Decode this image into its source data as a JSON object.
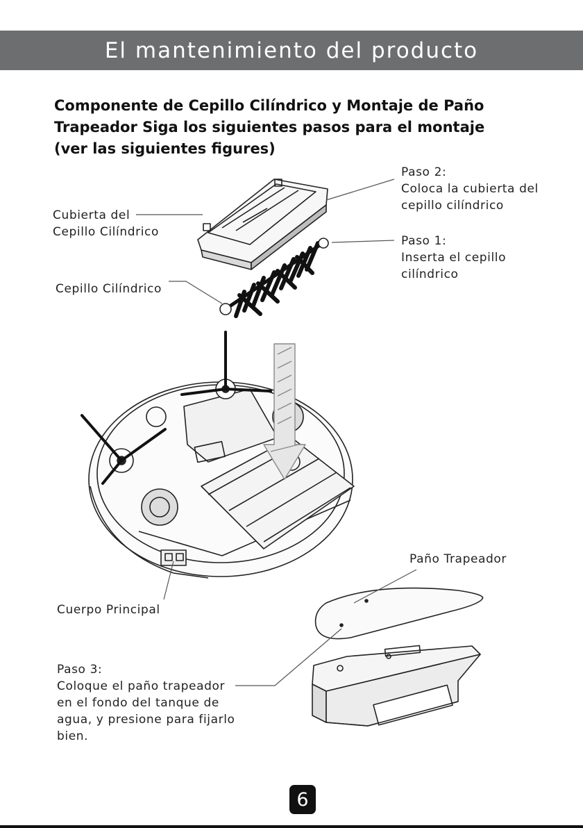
{
  "header": {
    "title": "El mantenimiento del producto"
  },
  "heading": {
    "lines": [
      "Componente de Cepillo Cilíndrico y Montaje de Paño",
      "Trapeador Siga los siguientes pasos para el montaje",
      "(ver las siguientes figures)"
    ]
  },
  "labels": {
    "cover": [
      "Cubierta del",
      "Cepillo Cilíndrico"
    ],
    "brush": "Cepillo Cilíndrico",
    "step2": [
      "Paso 2:",
      "Coloca la cubierta del",
      "cepillo cilíndrico"
    ],
    "step1": [
      "Paso 1:",
      "Inserta el cepillo",
      "cilíndrico"
    ],
    "body": "Cuerpo Principal",
    "mop": "Paño Trapeador",
    "step3": [
      "Paso 3:",
      "Coloque el paño trapeador",
      "en el fondo del tanque de",
      "agua, y presione para fijarlo",
      "bien."
    ]
  },
  "footer": {
    "page_number": "6"
  }
}
